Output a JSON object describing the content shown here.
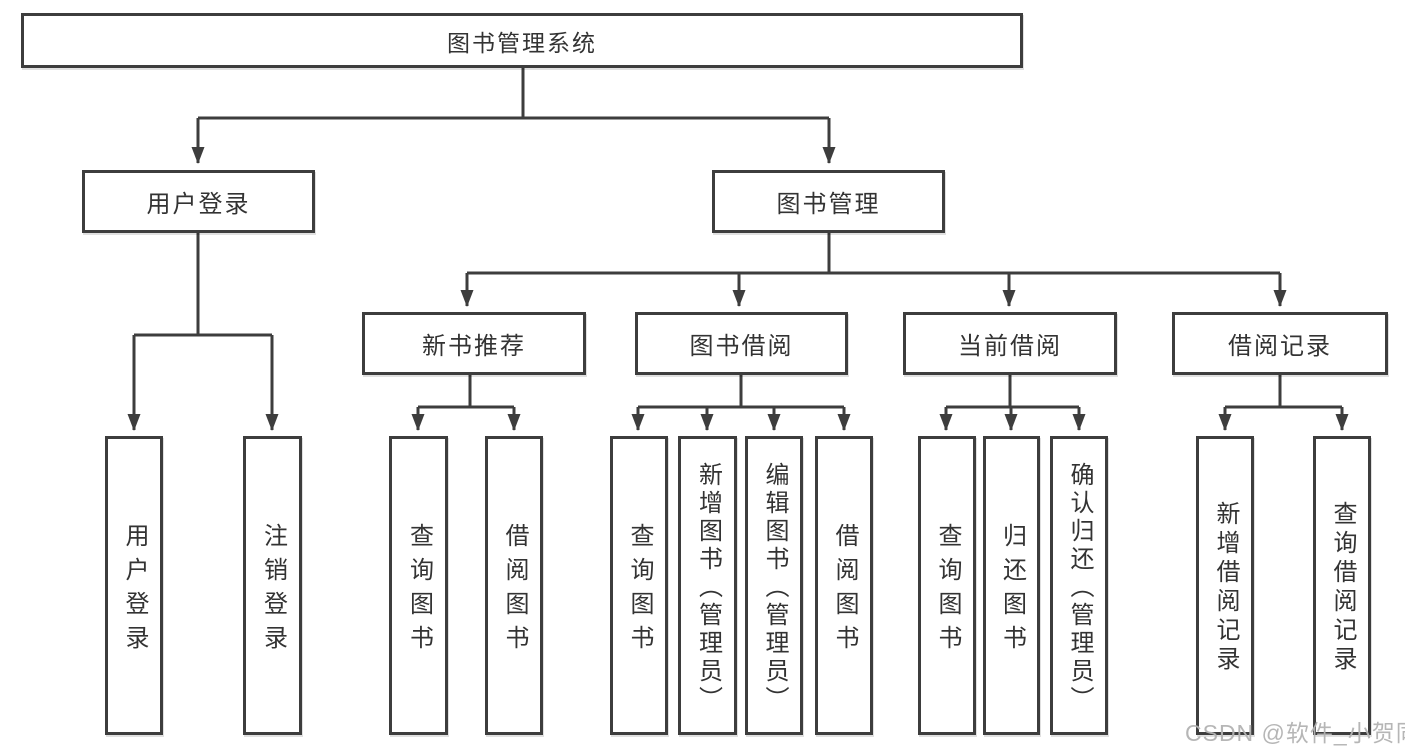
{
  "colors": {
    "line": "#3d3d3d",
    "text": "#333333",
    "bg": "#ffffff",
    "watermark": "#b3b3b3"
  },
  "watermark": {
    "text": "CSDN @软件_小贺同学"
  },
  "tree": {
    "root": {
      "label": "图书管理系统",
      "children": [
        {
          "label": "用户登录",
          "children": [
            {
              "label": "用户登录"
            },
            {
              "label": "注销登录"
            }
          ]
        },
        {
          "label": "图书管理",
          "children": [
            {
              "label": "新书推荐",
              "children": [
                {
                  "label": "查询图书"
                },
                {
                  "label": "借阅图书"
                }
              ]
            },
            {
              "label": "图书借阅",
              "children": [
                {
                  "label": "查询图书"
                },
                {
                  "label": "新增图书（管理员）"
                },
                {
                  "label": "编辑图书（管理员）"
                },
                {
                  "label": "借阅图书"
                }
              ]
            },
            {
              "label": "当前借阅",
              "children": [
                {
                  "label": "查询图书"
                },
                {
                  "label": "归还图书"
                },
                {
                  "label": "确认归还（管理员）"
                }
              ]
            },
            {
              "label": "借阅记录",
              "children": [
                {
                  "label": "新增借阅记录"
                },
                {
                  "label": "查询借阅记录"
                }
              ]
            }
          ]
        }
      ]
    }
  }
}
